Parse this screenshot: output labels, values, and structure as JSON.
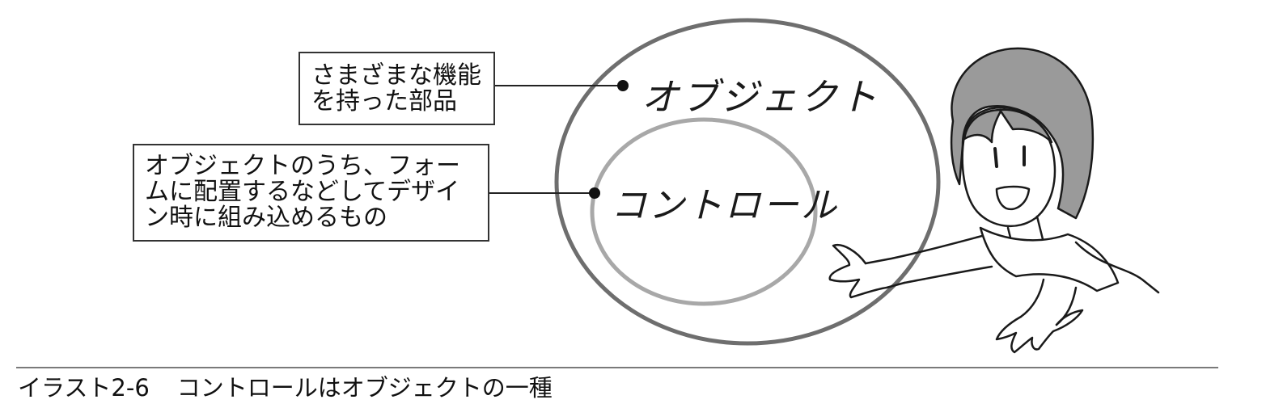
{
  "callouts": {
    "object": {
      "lines": [
        "さまざまな機能",
        "を持った部品"
      ]
    },
    "control": {
      "lines": [
        "オブジェクトのうち、フォー",
        "ムに配置するなどしてデザイ",
        "ン時に組み込めるもの"
      ]
    }
  },
  "labels": {
    "object": "オブジェクト",
    "control": "コントロール"
  },
  "caption": {
    "number": "イラスト2-6",
    "text": "コントロールはオブジェクトの一種"
  },
  "colors": {
    "outer_ellipse": "#6e6e6e",
    "inner_ellipse": "#a8a8a8",
    "hair": "#8f8f8f",
    "text": "#111111"
  }
}
